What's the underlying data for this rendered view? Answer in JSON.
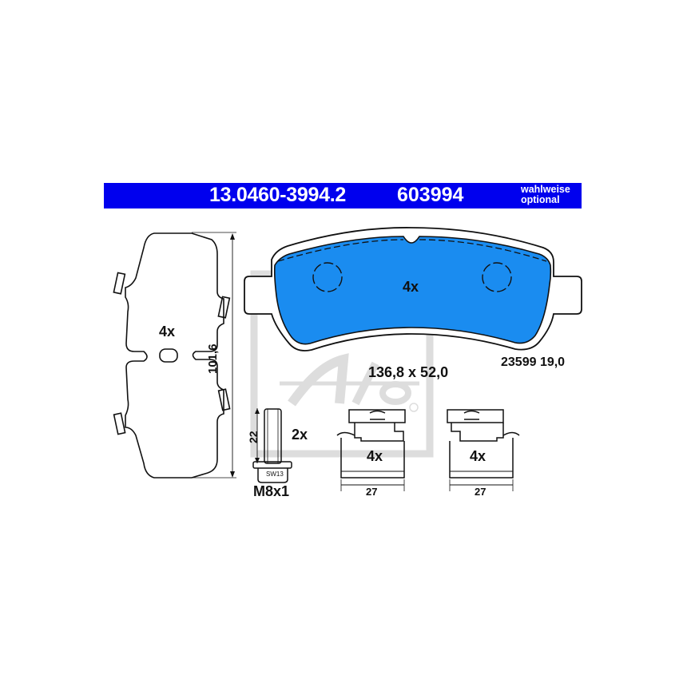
{
  "header": {
    "part_number": "13.0460-3994.2",
    "reference_number": "603994",
    "optional_line1": "wahlweise",
    "optional_line2": "optional",
    "background_color": "#0000ee"
  },
  "brake_pad": {
    "quantity": "4x",
    "dimensions": "136,8 x 52,0",
    "wva_and_thickness": "23599 19,0",
    "fill_color": "#1a8cf0"
  },
  "shim_plate": {
    "quantity": "4x",
    "height_dimension": "101,6"
  },
  "bolt": {
    "quantity": "2x",
    "length_dimension": "22",
    "wrench_size": "SW13",
    "thread": "M8x1"
  },
  "clip_left": {
    "quantity": "4x",
    "width_dimension": "27"
  },
  "clip_right": {
    "quantity": "4x",
    "width_dimension": "27"
  },
  "watermark": {
    "brand": "Ate"
  }
}
